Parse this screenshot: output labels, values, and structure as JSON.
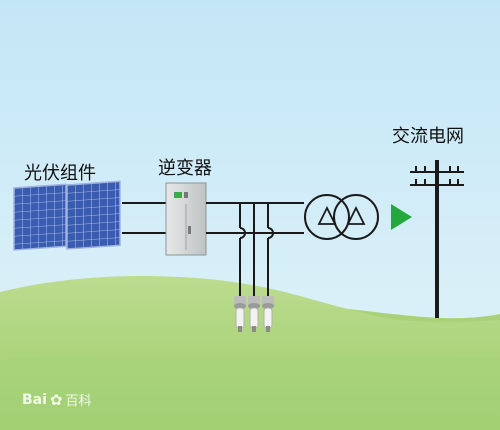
{
  "labels": {
    "pv_module": "光伏组件",
    "inverter": "逆变器",
    "ac_grid": "交流电网"
  },
  "watermark": {
    "brand_a": "Bai",
    "brand_b": "百科",
    "icon": "paw-icon"
  },
  "colors": {
    "sky_top": "#c4e7f7",
    "sky_bottom": "#ddf1f9",
    "hill_light": "#b6d98a",
    "hill_mid": "#9ccb6a",
    "line": "#1a1a1a",
    "solar_cell": "#3c5fb3",
    "arrow_green": "#23a83c",
    "inverter_gray": "#d4d6d6"
  }
}
